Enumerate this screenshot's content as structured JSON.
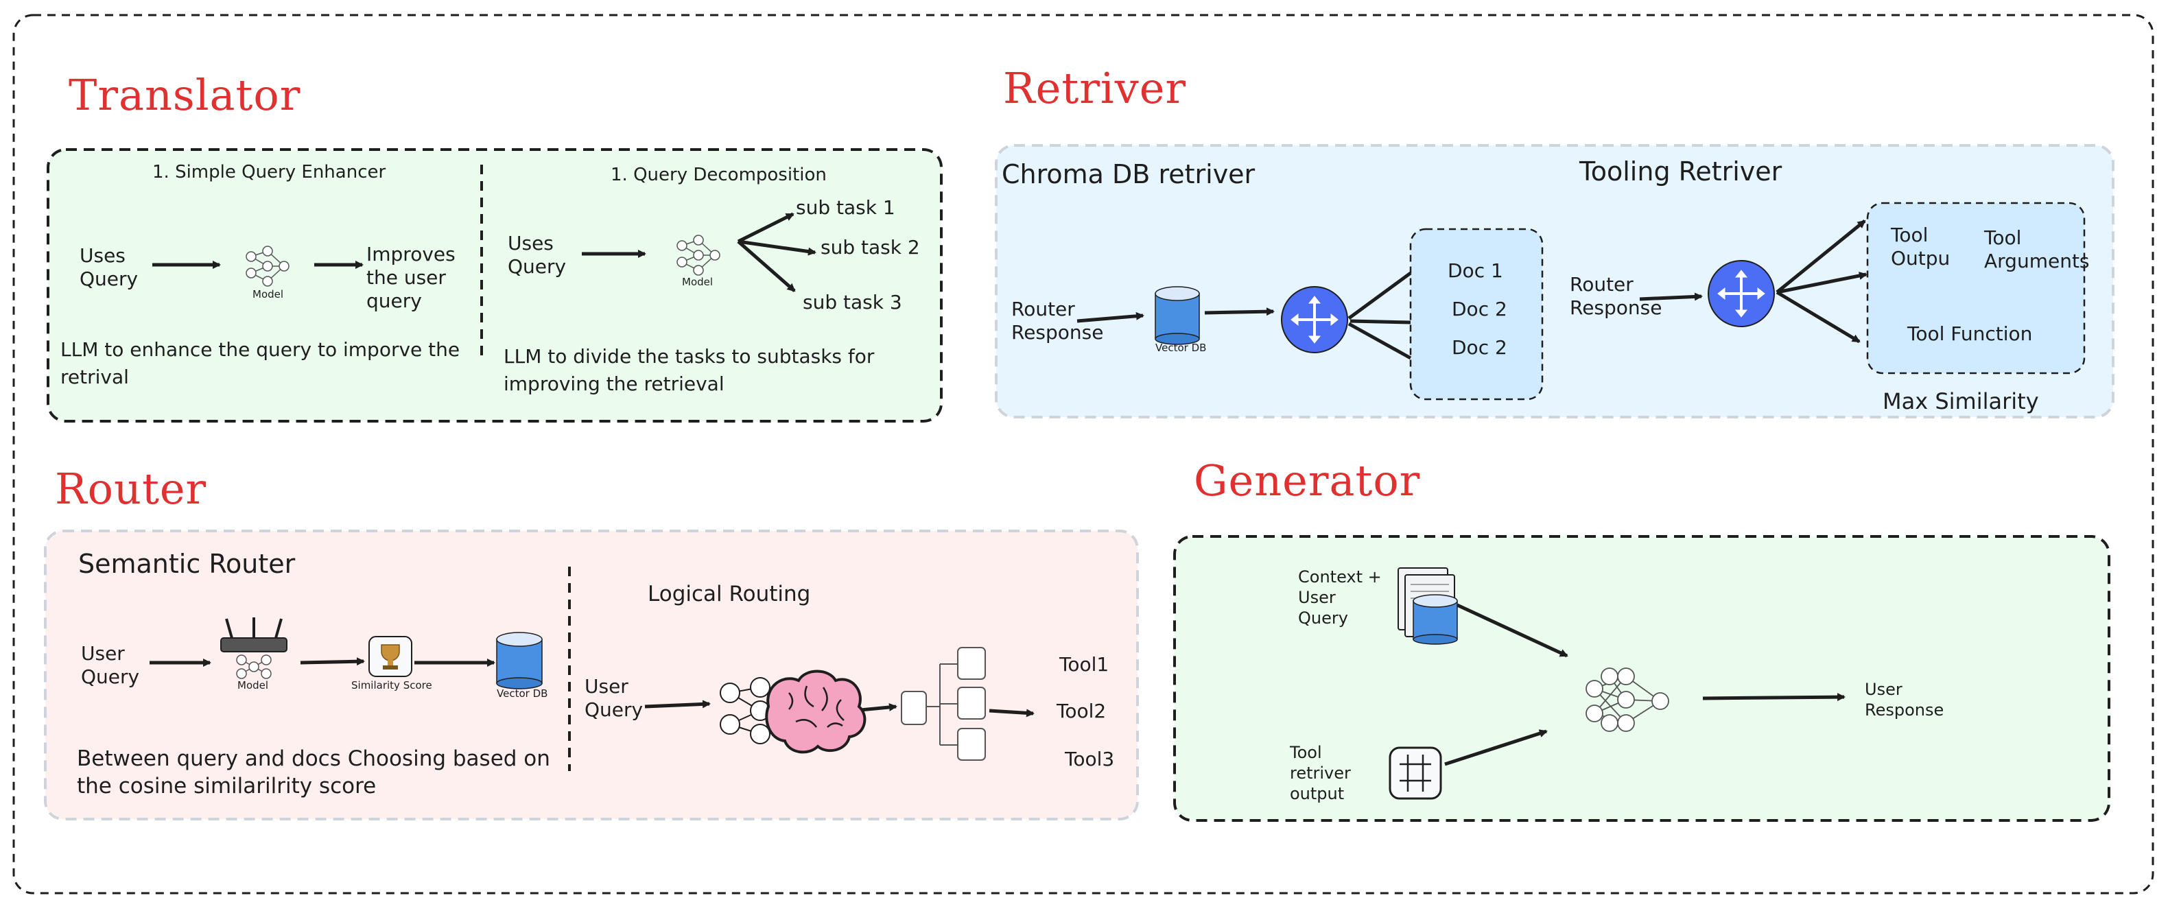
{
  "translator": {
    "title": "Translator",
    "enhancer": {
      "heading": "1. Simple Query Enhancer",
      "input": "Uses\nQuery",
      "model": "Model",
      "output": "Improves\nthe user\nquery",
      "caption": "LLM to enhance the query to imporve the retrival"
    },
    "decomposition": {
      "heading": "1. Query Decomposition",
      "input": "Uses\nQuery",
      "model": "Model",
      "tasks": [
        "sub task 1",
        "sub task 2",
        "sub task 3"
      ],
      "caption": "LLM to divide the tasks to subtasks for improving the retrieval"
    }
  },
  "retriever": {
    "title": "Retriver",
    "chroma": {
      "heading": "Chroma DB retriver",
      "input": "Router\nResponse",
      "db": "Vector DB",
      "docs": [
        "Doc 1",
        "Doc 2",
        "Doc 2"
      ]
    },
    "tooling": {
      "heading": "Tooling Retriver",
      "input": "Router\nResponse",
      "tool_output": "Tool\nOutpu",
      "tool_arguments": "Tool\nArguments",
      "tool_function": "Tool Function",
      "caption": "Max Similarity"
    }
  },
  "router": {
    "title": "Router",
    "semantic": {
      "heading": "Semantic Router",
      "input": "User\nQuery",
      "model": "Model",
      "score": "Similarity Score",
      "db": "Vector DB",
      "caption": "Between query and docs Choosing based on the cosine similarilrity score"
    },
    "logical": {
      "heading": "Logical Routing",
      "input": "User\nQuery",
      "tools": [
        "Tool1",
        "Tool2",
        "Tool3"
      ]
    }
  },
  "generator": {
    "title": "Generator",
    "context": "Context +\nUser\nQuery",
    "tool_output": "Tool\nretriver\noutput",
    "output": "User\nResponse"
  },
  "colors": {
    "title": "#e03131",
    "green_fill": "#ebfbee",
    "blue_fill": "#e7f5ff",
    "red_fill": "#fff0f0",
    "node_blue": "#4c6ef5",
    "db_blue": "#4a90e2"
  }
}
